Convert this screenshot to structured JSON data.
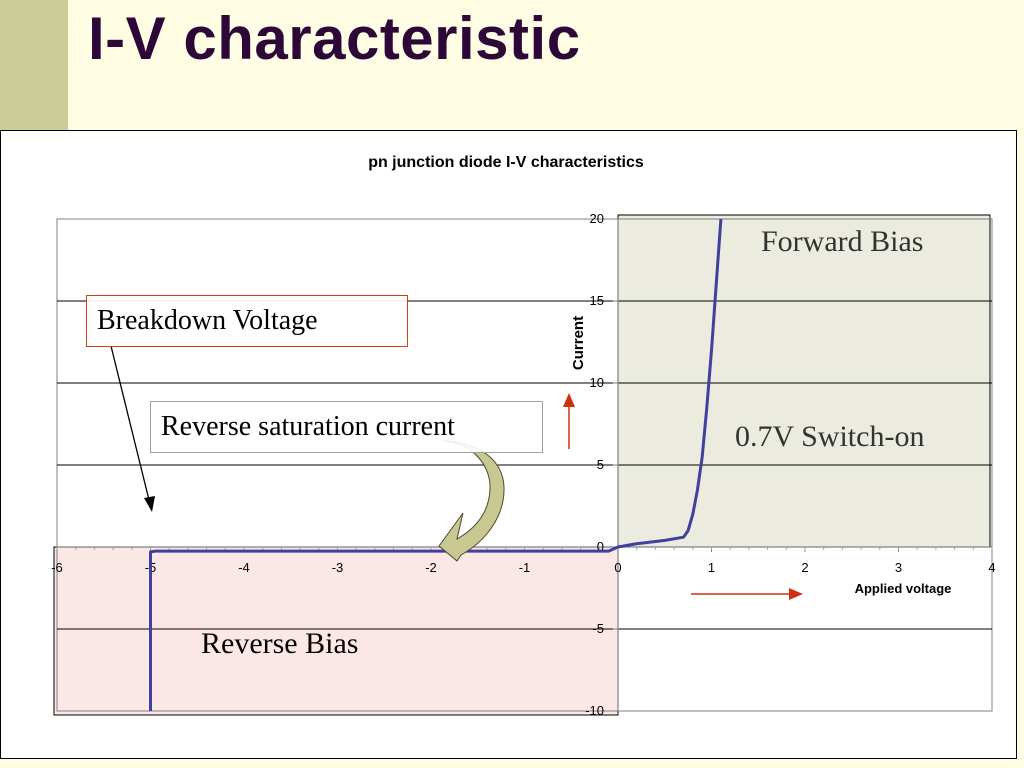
{
  "slide": {
    "title": "I-V characteristic"
  },
  "colors": {
    "background": "#fffde3",
    "accent_bar": "#cccc99",
    "title": "#2c0738",
    "curve": "#4040a0",
    "forward_region": "#ecebe0",
    "reverse_region": "#fce4e4",
    "arrow": "#d03010",
    "callout_arrow_fill": "#c8c890",
    "breakdown_box_border": "#d04010",
    "saturation_box_border": "#a0a0a0"
  },
  "annotations": {
    "forward_bias": "Forward Bias",
    "switch_on": "0.7V Switch-on",
    "breakdown_voltage": "Breakdown Voltage",
    "reverse_saturation": "Reverse saturation current",
    "reverse_bias": "Reverse Bias"
  },
  "chart_data": {
    "type": "line",
    "title": "pn junction diode I-V characteristics",
    "xlabel": "Applied voltage",
    "ylabel": "Current",
    "xlim": [
      -6,
      4
    ],
    "ylim": [
      -10,
      20
    ],
    "x_ticks": [
      -6,
      -5,
      -4,
      -3,
      -2,
      -1,
      0,
      1,
      2,
      3,
      4
    ],
    "y_ticks": [
      -10,
      -5,
      0,
      5,
      10,
      15,
      20
    ],
    "grid": "horizontal",
    "legend": "none",
    "series": [
      {
        "x": [
          -5,
          -5,
          -4.95,
          -0.1,
          0,
          0.2,
          0.5,
          0.7,
          0.75,
          0.8,
          0.85,
          0.9,
          0.95,
          1.0,
          1.05,
          1.1
        ],
        "y": [
          -10,
          -0.3,
          -0.25,
          -0.25,
          0,
          0.2,
          0.4,
          0.6,
          1.0,
          2.0,
          3.5,
          5.5,
          8.5,
          12,
          16,
          20
        ]
      }
    ]
  }
}
